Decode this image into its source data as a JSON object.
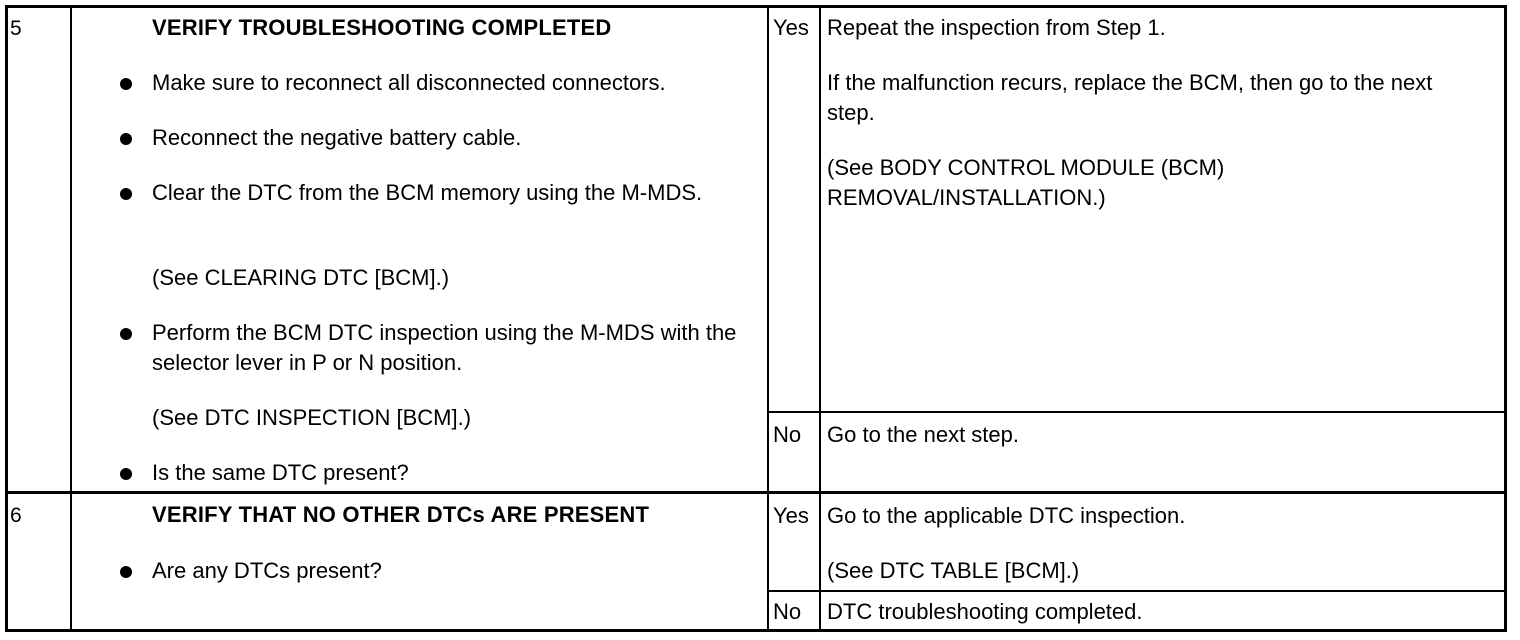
{
  "steps": [
    {
      "number": "5",
      "title": "VERIFY TROUBLESHOOTING COMPLETED",
      "items": [
        {
          "bullet": true,
          "text": "Make sure to reconnect all disconnected connectors."
        },
        {
          "bullet": true,
          "text": "Reconnect the negative battery cable."
        },
        {
          "bullet": true,
          "text": "Clear the DTC from the BCM memory using the M-MDS."
        },
        {
          "bullet": false,
          "text": "(See CLEARING DTC [BCM].)"
        },
        {
          "bullet": true,
          "text": "Perform the BCM DTC inspection using the M-MDS with the selector lever in P or N position."
        },
        {
          "bullet": false,
          "text": "(See DTC INSPECTION [BCM].)"
        },
        {
          "bullet": true,
          "text": "Is the same DTC present?"
        }
      ],
      "results": [
        {
          "answer": "Yes",
          "action": [
            "Repeat the inspection from Step 1.",
            "If the malfunction recurs, replace the BCM, then go to the next step.",
            "(See BODY CONTROL MODULE (BCM) REMOVAL/INSTALLATION.)"
          ]
        },
        {
          "answer": "No",
          "action": [
            "Go to the next step."
          ]
        }
      ]
    },
    {
      "number": "6",
      "title": "VERIFY THAT NO OTHER DTCs ARE PRESENT",
      "items": [
        {
          "bullet": true,
          "text": "Are any DTCs present?"
        }
      ],
      "results": [
        {
          "answer": "Yes",
          "action": [
            "Go to the applicable DTC inspection.",
            "(See DTC TABLE [BCM].)"
          ]
        },
        {
          "answer": "No",
          "action": [
            "DTC troubleshooting completed."
          ]
        }
      ]
    }
  ]
}
